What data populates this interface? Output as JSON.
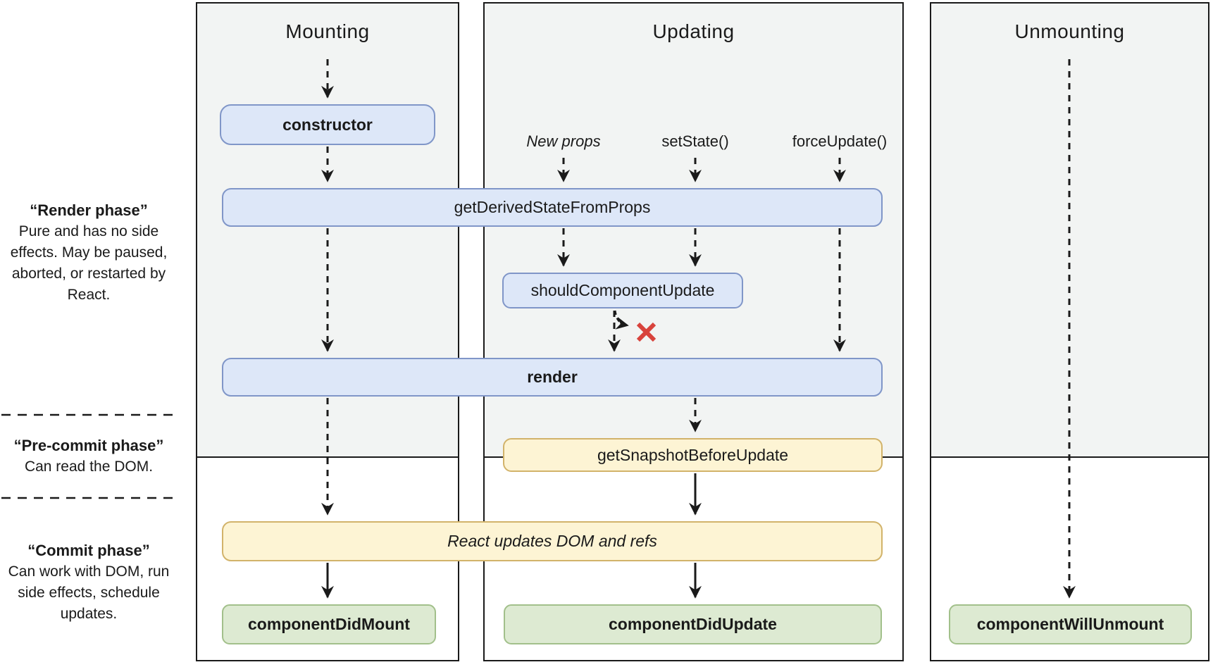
{
  "diagram": {
    "columns": [
      {
        "title": "Mounting"
      },
      {
        "title": "Updating"
      },
      {
        "title": "Unmounting"
      }
    ],
    "phases": [
      {
        "title": "“Render phase”",
        "description": "Pure and has no side effects. May be paused, aborted, or restarted by React."
      },
      {
        "title": "“Pre-commit phase”",
        "description": "Can read the DOM."
      },
      {
        "title": "“Commit phase”",
        "description": "Can work with DOM, run side effects, schedule updates."
      }
    ],
    "triggers": [
      {
        "label": "New props"
      },
      {
        "label": "setState()"
      },
      {
        "label": "forceUpdate()"
      }
    ],
    "nodes": {
      "ctor": "constructor",
      "get_derived_state_from_props": "getDerivedStateFromProps",
      "should_component_update": "shouldComponentUpdate",
      "render": "render",
      "get_snapshot_before_update": "getSnapshotBeforeUpdate",
      "react_updates_dom": "React updates DOM and refs",
      "component_did_mount": "componentDidMount",
      "component_did_update": "componentDidUpdate",
      "component_will_unmount": "componentWillUnmount"
    },
    "colors": {
      "panel_bg": "#f2f4f3",
      "panel_border": "#1a1a1a",
      "blue_fill": "#dde7f8",
      "blue_border": "#8096c8",
      "yellow_fill": "#fdf4d4",
      "yellow_border": "#d2b36a",
      "green_fill": "#ddead2",
      "green_border": "#a2c08b",
      "arrow": "#1a1a1a",
      "skip_x_red": "#d8433c"
    }
  }
}
